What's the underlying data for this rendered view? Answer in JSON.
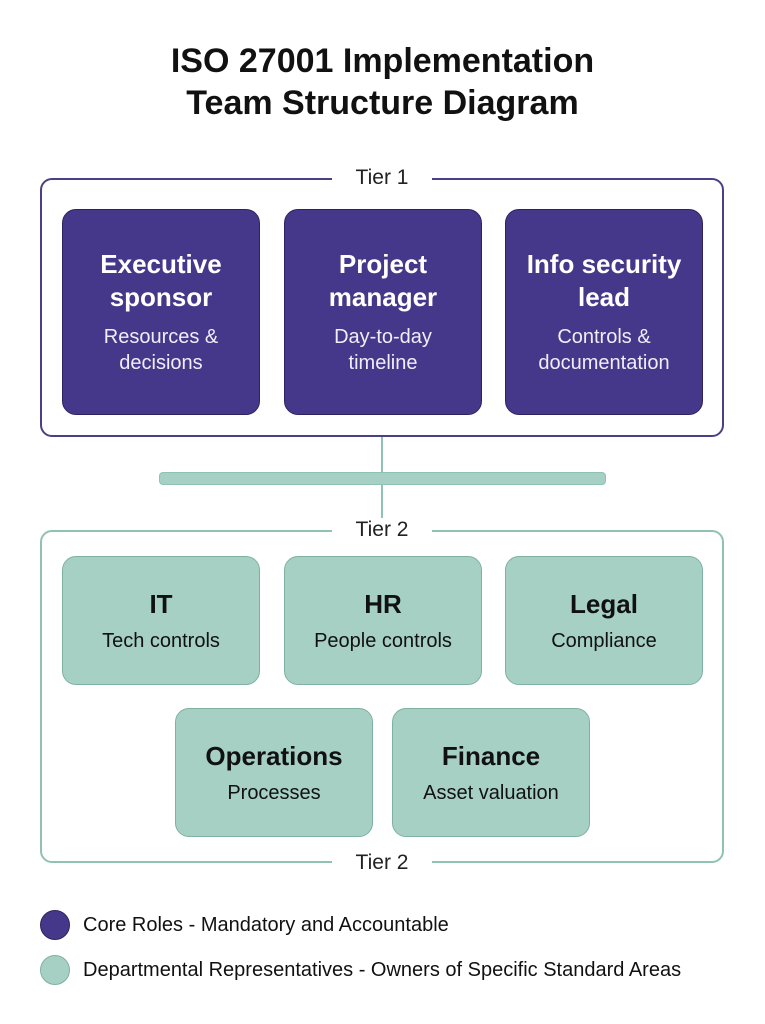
{
  "title": {
    "line1": "ISO 27001 Implementation",
    "line2": "Team Structure Diagram"
  },
  "colors": {
    "core": "#45388a",
    "departmental": "#a6d0c4"
  },
  "tier1": {
    "label": "Tier 1",
    "roles": [
      {
        "name": "Executive sponsor",
        "desc": "Resources & decisions"
      },
      {
        "name": "Project manager",
        "desc": "Day-to-day timeline"
      },
      {
        "name": "Info security lead",
        "desc": "Controls & documentation"
      }
    ]
  },
  "tier2": {
    "label": "Tier 2",
    "bottom_label": "Tier 2",
    "departments": [
      {
        "name": "IT",
        "desc": "Tech controls"
      },
      {
        "name": "HR",
        "desc": "People controls"
      },
      {
        "name": "Legal",
        "desc": "Compliance"
      },
      {
        "name": "Operations",
        "desc": "Processes"
      },
      {
        "name": "Finance",
        "desc": "Asset valuation"
      }
    ]
  },
  "legend": [
    {
      "label": "Core Roles - Mandatory and Accountable"
    },
    {
      "label": "Departmental Representatives - Owners of Specific Standard Areas"
    }
  ]
}
